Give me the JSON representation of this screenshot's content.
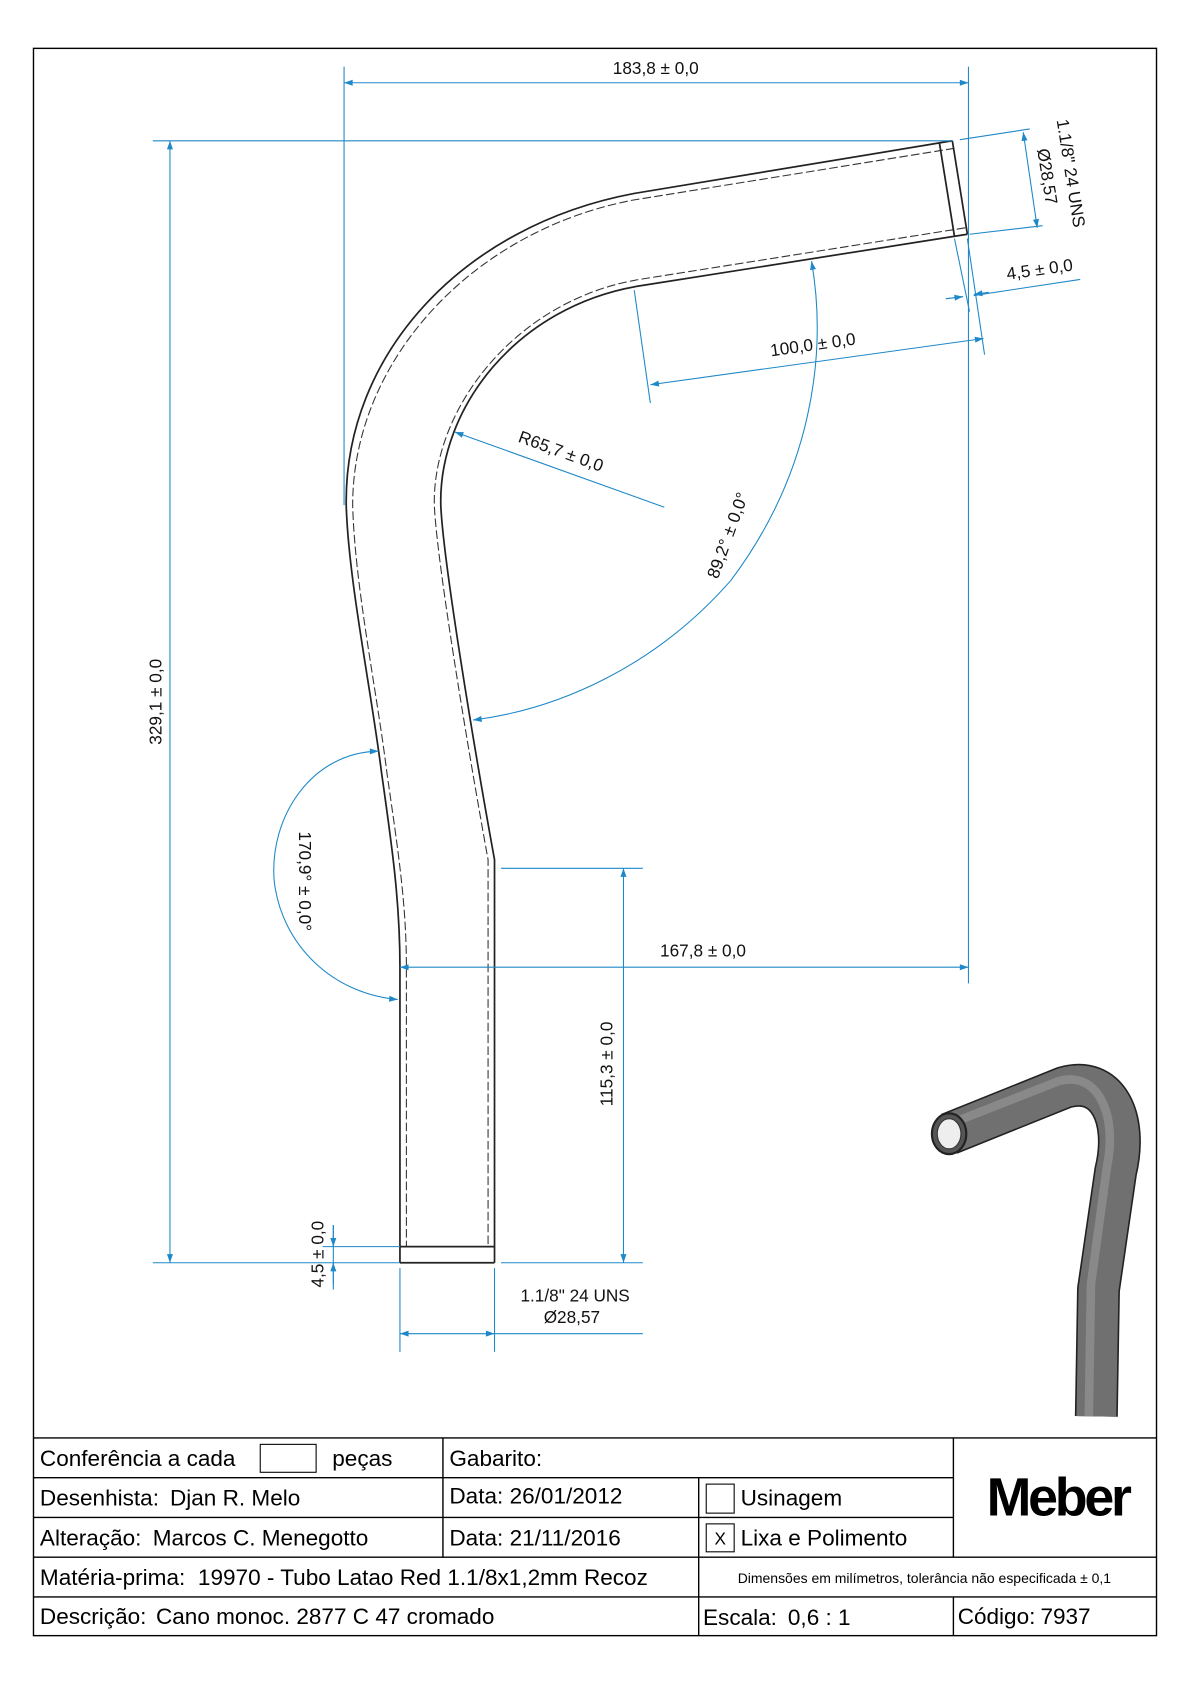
{
  "dimensions": {
    "overall_width": "183,8 ± 0,0",
    "overall_height": "329,1 ± 0,0",
    "lower_width": "167,8 ± 0,0",
    "straight_length": "115,3 ± 0,0",
    "thread_length_bottom": "4,5 ± 0,0",
    "thread_length_top": "4,5 ± 0,0",
    "top_leg_length": "100,0 ± 0,0",
    "bend_radius": "R65,7 ± 0,0",
    "bend_angle_main": "89,2° ± 0,0°",
    "bend_angle_lower": "170,9° ± 0,0°",
    "thread_spec_top": "1.1/8\" 24 UNS",
    "diameter_top": "Ø28,57",
    "thread_spec_bottom": "1.1/8\" 24 UNS",
    "diameter_bottom": "Ø28,57"
  },
  "title_block": {
    "conferencia_label": "Conferência a cada",
    "conferencia_value": "",
    "pecas_label": "peças",
    "gabarito_label": "Gabarito:",
    "desenhista_label": "Desenhista:",
    "desenhista_value": "Djan R. Melo",
    "data1_label": "Data:",
    "data1_value": "26/01/2012",
    "alteracao_label": "Alteração:",
    "alteracao_value": "Marcos C. Menegotto",
    "data2_label": "Data:",
    "data2_value": "21/11/2016",
    "usinagem_checked": "",
    "usinagem_label": "Usinagem",
    "lixa_checked": "X",
    "lixa_label": "Lixa e Polimento",
    "materia_label": "Matéria-prima:",
    "materia_value": "19970 - Tubo Latao Red 1.1/8x1,2mm Recoz",
    "note": "Dimensões em milímetros, tolerância não especificada ± 0,1",
    "descricao_label": "Descrição:",
    "descricao_value": "Cano monoc. 2877 C 47 cromado",
    "escala_label": "Escala:",
    "escala_value": "0,6 : 1",
    "codigo_label": "Código:",
    "codigo_value": "7937",
    "logo": "Meber"
  },
  "colors": {
    "dimension": "#1e88c8",
    "tube3d": "#6b6b6b"
  }
}
